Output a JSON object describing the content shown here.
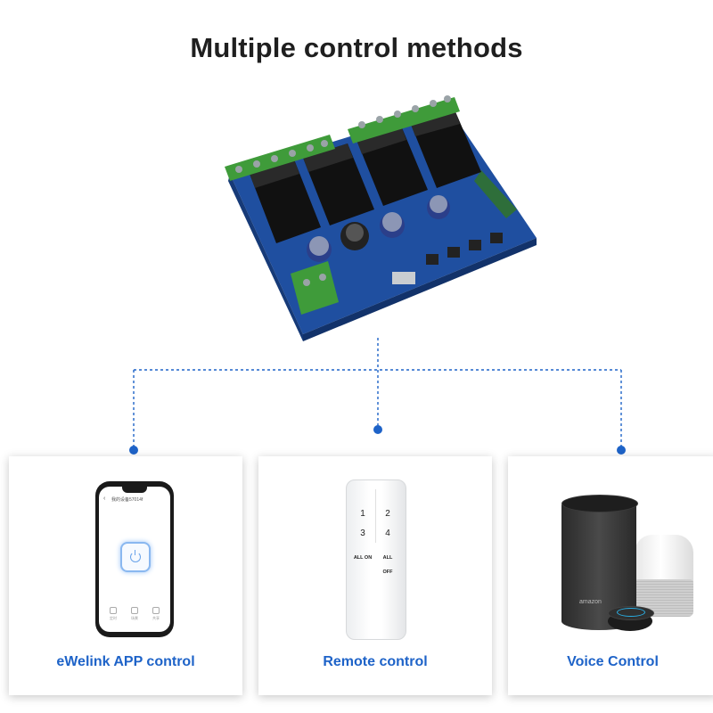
{
  "title": "Multiple control methods",
  "colors": {
    "accent": "#1e63c8",
    "pcb": "#1f4fa0",
    "terminal": "#3f9b3a"
  },
  "methods": [
    {
      "label": "eWelink APP control",
      "icon": "smartphone-icon"
    },
    {
      "label": "Remote control",
      "icon": "remote-icon"
    },
    {
      "label": "Voice Control",
      "icon": "smart-speaker-icon"
    }
  ],
  "phone": {
    "header": "我的设备57014f",
    "tabs": [
      "定时",
      "场景",
      "共享"
    ]
  },
  "remote": {
    "keys": [
      "1",
      "2",
      "3",
      "4",
      "ALL ON",
      "ALL OFF"
    ]
  },
  "speaker": {
    "brand": "amazon"
  }
}
